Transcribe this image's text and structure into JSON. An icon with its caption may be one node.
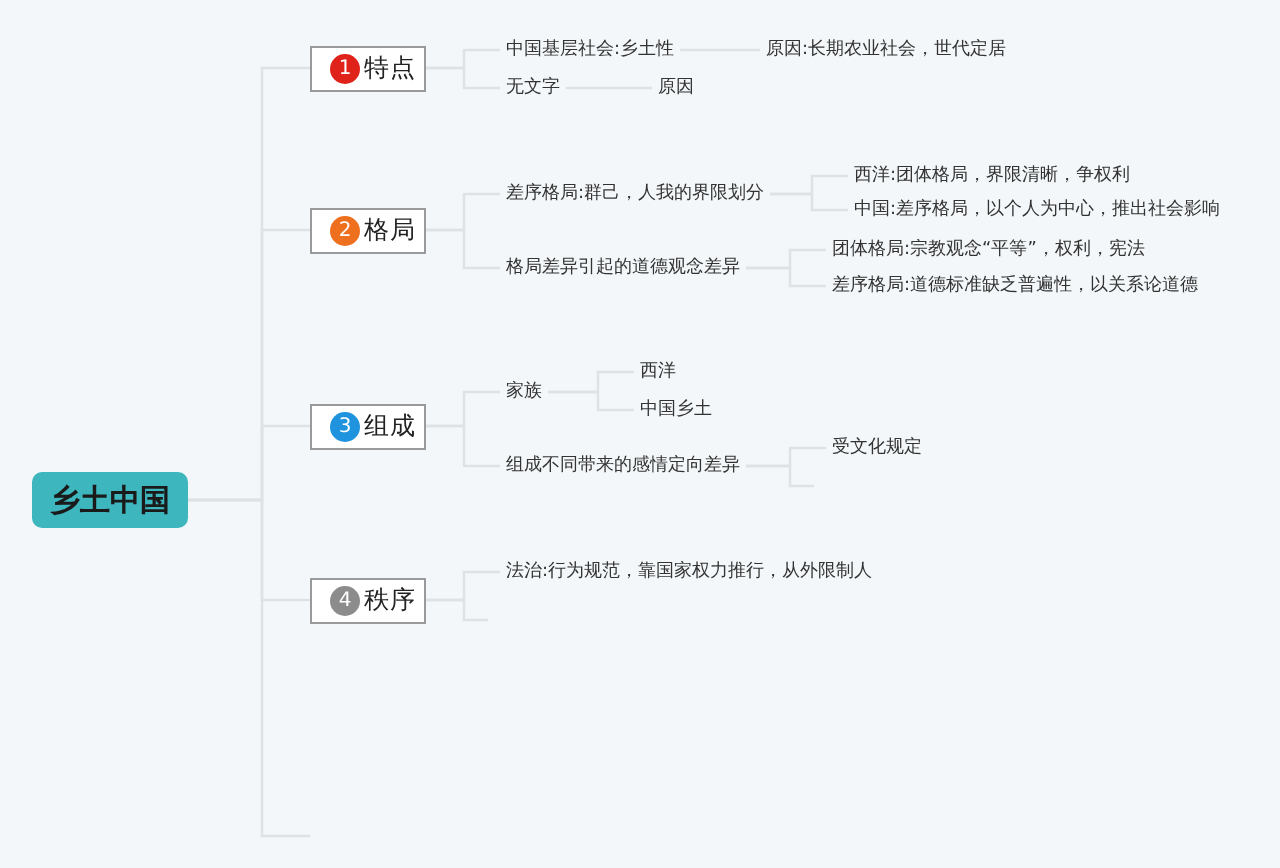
{
  "diagram": {
    "nodes": [
      {
        "text": [
          "乡土中国"
        ]
      },
      {
        "text": [
          "1",
          "特点"
        ]
      },
      {
        "text": [
          "2",
          "格局"
        ]
      },
      {
        "text": [
          "3",
          "组成"
        ]
      },
      {
        "text": [
          "4",
          "秩序"
        ]
      },
      {
        "text": [
          "中国基层社会:乡土性"
        ]
      },
      {
        "text": [
          "原因:长期农业社会，世代定居"
        ]
      },
      {
        "text": [
          "无文字"
        ]
      },
      {
        "text": [
          "原因"
        ]
      },
      {
        "text": [
          "差序格局:群己，人我的界限划分"
        ]
      },
      {
        "text": [
          "西洋:团体格局，界限清晰，争权利"
        ]
      },
      {
        "text": [
          "中国:差序格局，以个人为中心，推出社会影响"
        ]
      },
      {
        "text": [
          "格局差异引起的道德观念差异"
        ]
      },
      {
        "text": [
          "团体格局:宗教观念“平等”，权利，宪法"
        ]
      },
      {
        "text": [
          "差序格局:道德标准缺乏普遍性，以关系论道德"
        ]
      },
      {
        "text": [
          "家族"
        ]
      },
      {
        "text": [
          "西洋"
        ]
      },
      {
        "text": [
          "中国乡土"
        ]
      },
      {
        "text": [
          "组成不同带来的感情定向差异"
        ]
      },
      {
        "text": [
          "受文化规定"
        ]
      },
      {
        "text": [
          "法治:行为规范，靠国家权力推行，从外限制人"
        ]
      }
    ],
    "edges": [
      {
        "from": 0,
        "to": 1,
        "arrow": "none"
      },
      {
        "from": 0,
        "to": 2,
        "arrow": "none"
      },
      {
        "from": 0,
        "to": 3,
        "arrow": "none"
      },
      {
        "from": 0,
        "to": 4,
        "arrow": "none"
      },
      {
        "from": 1,
        "to": 5,
        "arrow": "none"
      },
      {
        "from": 5,
        "to": 6,
        "arrow": "none"
      },
      {
        "from": 1,
        "to": 7,
        "arrow": "none"
      },
      {
        "from": 7,
        "to": 8,
        "arrow": "none"
      },
      {
        "from": 2,
        "to": 9,
        "arrow": "none"
      },
      {
        "from": 9,
        "to": 10,
        "arrow": "none"
      },
      {
        "from": 9,
        "to": 11,
        "arrow": "none"
      },
      {
        "from": 2,
        "to": 12,
        "arrow": "none"
      },
      {
        "from": 12,
        "to": 13,
        "arrow": "none"
      },
      {
        "from": 12,
        "to": 14,
        "arrow": "none"
      },
      {
        "from": 3,
        "to": 15,
        "arrow": "none"
      },
      {
        "from": 15,
        "to": 16,
        "arrow": "none"
      },
      {
        "from": 15,
        "to": 17,
        "arrow": "none"
      },
      {
        "from": 3,
        "to": 18,
        "arrow": "none"
      },
      {
        "from": 18,
        "to": 19,
        "arrow": "none"
      },
      {
        "from": 4,
        "to": 20,
        "arrow": "none"
      }
    ]
  }
}
